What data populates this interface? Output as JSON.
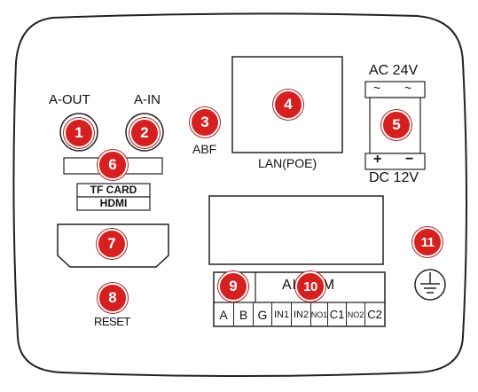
{
  "panel": {
    "labels": {
      "a_out": "A-OUT",
      "a_in": "A-IN",
      "abf": "ABF",
      "lan_poe": "LAN(POE)",
      "ac_24v": "AC 24V",
      "ac_symbol_left": "~",
      "ac_symbol_right": "~",
      "dc_plus": "+",
      "dc_minus": "−",
      "dc_12v": "DC 12V",
      "tf_card": "TF CARD",
      "hdmi": "HDMI",
      "reset": "RESET",
      "alarm": "ALARM"
    },
    "terminals": [
      "A",
      "B",
      "G",
      "IN1",
      "IN2",
      "NO1",
      "C1",
      "NO2",
      "C2"
    ],
    "badges": [
      "1",
      "2",
      "3",
      "4",
      "5",
      "6",
      "7",
      "8",
      "9",
      "10",
      "11"
    ],
    "colors": {
      "badge": "#d6201f",
      "outline": "#222222"
    },
    "icons": {
      "ground": "ground-symbol-icon"
    }
  }
}
